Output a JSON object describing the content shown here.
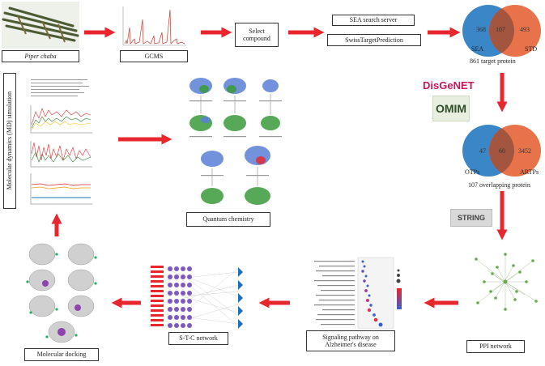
{
  "plant_label": "Piper chaba",
  "gcms_label": "GCMS",
  "select_label": "Select compound",
  "sea_server": "SEA search server",
  "swiss": "SwissTargetPrediction",
  "venn1": {
    "left": "368",
    "mid": "107",
    "right": "493",
    "left_name": "SEA",
    "right_name": "STD",
    "caption": "861 target protein"
  },
  "disgenet": "DisGeNET",
  "omim": "OMIM",
  "venn2": {
    "left": "47",
    "mid": "60",
    "right": "3452",
    "left_name": "OTPs",
    "right_name": "ARTPs",
    "caption": "107 overlapping protein"
  },
  "string_label": "STRING",
  "ppi_label": "PPI network",
  "pathway_label": "Signaling pathway on Alzheimer's disease",
  "stc_label": "S-T-C network",
  "docking_label": "Molecular docking",
  "md_label": "Molecular dynamics (MD) simulation",
  "qc_label": "Quantum chemistry",
  "colors": {
    "arrow": "#e8262d",
    "blue": "#3b86c6",
    "orange": "#e8734a",
    "overlap": "#a4553f"
  }
}
